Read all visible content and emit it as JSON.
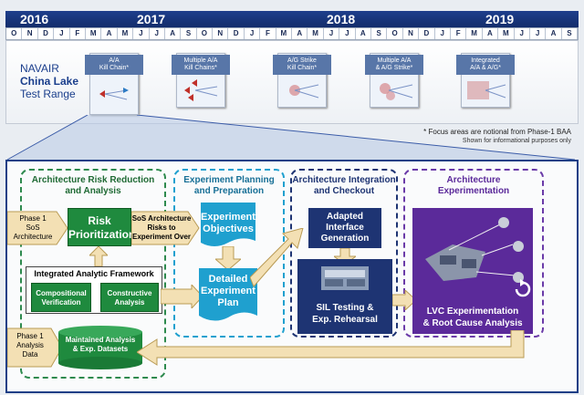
{
  "timeline": {
    "years": [
      "2016",
      "2017",
      "2018",
      "2019"
    ],
    "months": [
      "O",
      "N",
      "D",
      "J",
      "F",
      "M",
      "A",
      "M",
      "J",
      "J",
      "A",
      "S",
      "O",
      "N",
      "D",
      "J",
      "F",
      "M",
      "A",
      "M",
      "J",
      "J",
      "A",
      "S",
      "O",
      "N",
      "D",
      "J",
      "F",
      "M",
      "A",
      "M",
      "J",
      "J",
      "A",
      "S"
    ],
    "range_line1": "NAVAIR",
    "range_line2": "China Lake",
    "range_line3": "Test Range",
    "kill_chains": [
      {
        "line1": "A/A",
        "line2": "Kill Chain*"
      },
      {
        "line1": "Multiple A/A",
        "line2": "Kill Chains*"
      },
      {
        "line1": "A/G Strike",
        "line2": "Kill Chain*"
      },
      {
        "line1": "Multiple A/A",
        "line2": "& A/G Strike*"
      },
      {
        "line1": "Integrated",
        "line2": "A/A & A/G*"
      }
    ],
    "note1": "* Focus areas are notional from Phase-1 BAA",
    "note2": "Shown for informational purposes only"
  },
  "diagram": {
    "phase1_title_line1": "Architecture Risk Reduction",
    "phase1_title_line2": "and Analysis",
    "phase2_title_line1": "Experiment Planning",
    "phase2_title_line2": "and Preparation",
    "phase3_title_line1": "Architecture Integration",
    "phase3_title_line2": "and Checkout",
    "phase4_title_line1": "Architecture",
    "phase4_title_line2": "Experimentation",
    "input_sos_line1": "Phase 1",
    "input_sos_line2": "SoS",
    "input_sos_line3": "Architecture",
    "risk_line1": "Risk",
    "risk_line2": "Prioritization",
    "sos_risks_line1": "SoS Architecture",
    "sos_risks_line2": "Risks to",
    "sos_risks_line3": "Experiment Over",
    "framework_title": "Integrated Analytic Framework",
    "comp_line1": "Compositional",
    "comp_line2": "Verification",
    "constr_line1": "Constructive",
    "constr_line2": "Analysis",
    "input_data_line1": "Phase 1",
    "input_data_line2": "Analysis",
    "input_data_line3": "Data",
    "datasets_line1": "Maintained Analysis",
    "datasets_line2": "& Exp. Datasets",
    "obj_line1": "Experiment",
    "obj_line2": "Objectives",
    "plan_line1": "Detailed",
    "plan_line2": "Experiment",
    "plan_line3": "Plan",
    "adapted_line1": "Adapted",
    "adapted_line2": "Interface",
    "adapted_line3": "Generation",
    "sil_line1": "SIL Testing &",
    "sil_line2": "Exp. Rehearsal",
    "lvc_line1": "LVC Experimentation",
    "lvc_line2": "& Root Cause Analysis"
  },
  "colors": {
    "navy": "#1d3f86",
    "green": "#1f8a3e",
    "cyan": "#1fa0cf",
    "purple": "#5b2a9a",
    "tan": "#f3e0b4"
  }
}
